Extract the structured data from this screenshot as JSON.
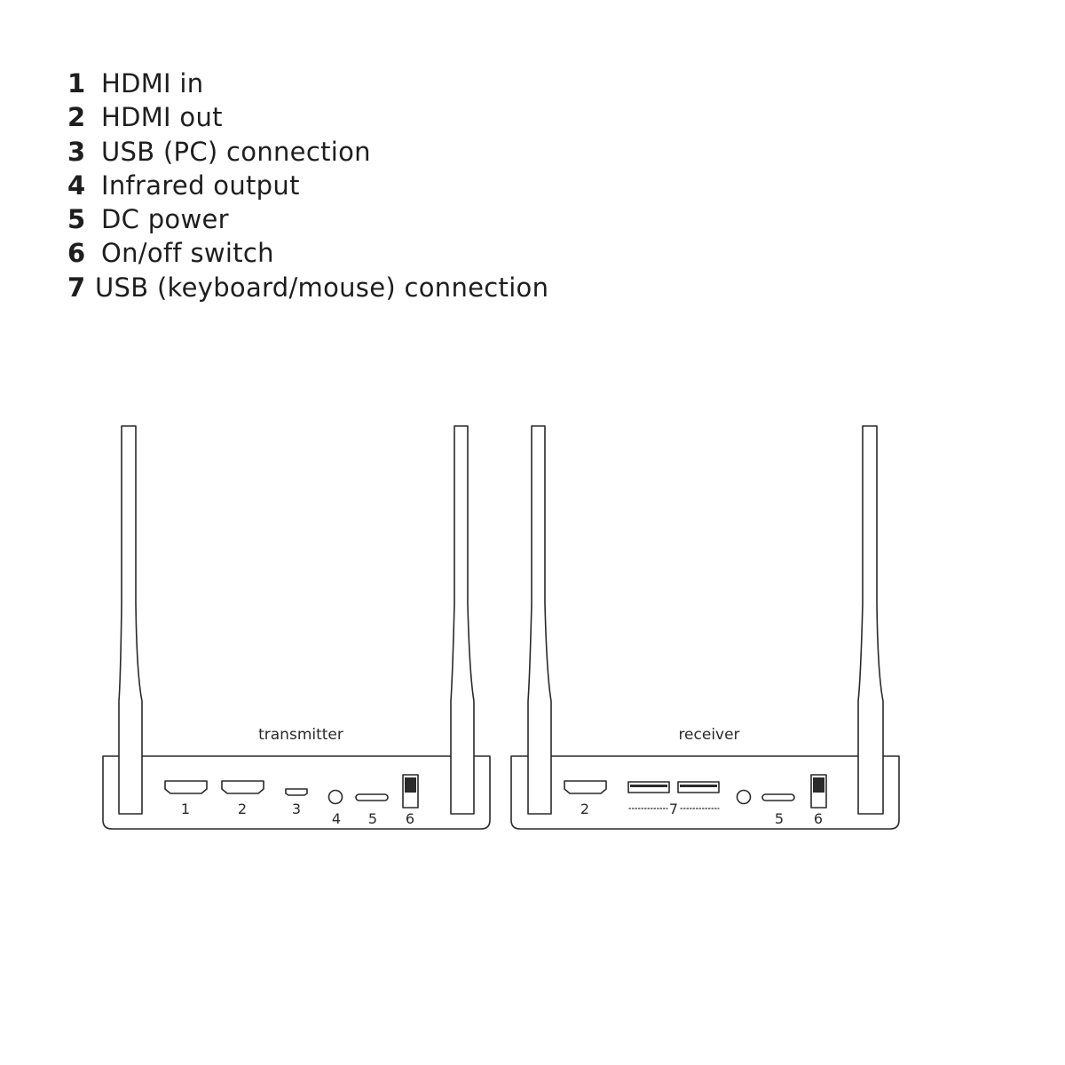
{
  "legend": [
    {
      "num": "1",
      "text": "HDMI in"
    },
    {
      "num": "2",
      "text": "HDMI out"
    },
    {
      "num": "3",
      "text": "USB (PC) connection"
    },
    {
      "num": "4",
      "text": "Infrared output"
    },
    {
      "num": "5",
      "text": "DC power"
    },
    {
      "num": "6",
      "text": "On/off switch"
    },
    {
      "num": "7",
      "text": "USB (keyboard/mouse) connection"
    }
  ],
  "transmitter": {
    "label": "transmitter",
    "port_labels": [
      "1",
      "2",
      "3",
      "4",
      "5",
      "6"
    ]
  },
  "receiver": {
    "label": "receiver",
    "port_labels": [
      "2",
      "7",
      "5",
      "6"
    ]
  },
  "colors": {
    "line": "#2a2a2a",
    "background": "#ffffff"
  }
}
